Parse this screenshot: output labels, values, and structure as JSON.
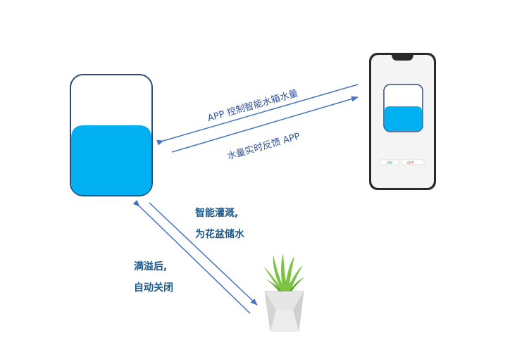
{
  "labels": {
    "app_control": "APP 控制智能水箱水量",
    "feedback": "水量实时反馈 APP",
    "irrigate_line1": "智能灌溉,",
    "irrigate_line2": "为花盆储水",
    "overflow_line1": "满溢后,",
    "overflow_line2": "自动关闭"
  },
  "phone_buttons": [
    "ON",
    "OFF"
  ],
  "colors": {
    "water": "#00b0f0",
    "tank_outline": "#2e4a7a",
    "arrow": "#4472c4",
    "pot": "#e4e4e4",
    "grass": "#7dc242",
    "on": "#2e9e5b",
    "off": "#e05050"
  }
}
